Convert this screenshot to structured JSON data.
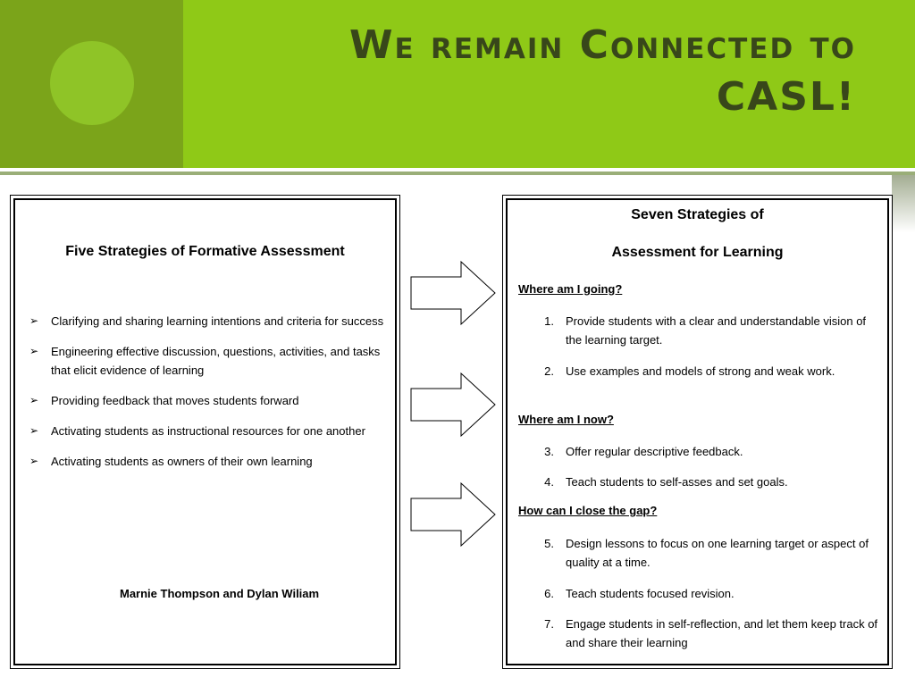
{
  "slide": {
    "title_line1": "We remain Connected to",
    "title_line2": "CASL!"
  },
  "left_doc": {
    "heading": "Five Strategies of Formative Assessment",
    "bullet_glyph": "➢",
    "bullets": [
      "Clarifying and sharing learning intentions and criteria for success",
      "Engineering effective discussion, questions, activities, and tasks that elicit evidence of learning",
      "Providing feedback that moves students forward",
      "Activating students as instructional resources for one another",
      "Activating students as owners of their own learning"
    ],
    "author": "Marnie Thompson and Dylan Wiliam"
  },
  "right_doc": {
    "heading_line1": "Seven Strategies of",
    "heading_line2": "Assessment for Learning",
    "sections": [
      {
        "title": "Where am I going?",
        "items": [
          {
            "num": "1.",
            "text": "Provide students with a clear and understandable vision of the learning target."
          },
          {
            "num": "2.",
            "text": "Use examples and models of strong and weak work."
          }
        ]
      },
      {
        "title": "Where am I now?",
        "items": [
          {
            "num": "3.",
            "text": "Offer regular descriptive feedback."
          },
          {
            "num": "4.",
            "text": "Teach students to self-asses and set goals."
          }
        ]
      },
      {
        "title": "How can I close the gap?",
        "items": [
          {
            "num": "5.",
            "text": "Design lessons to focus on one learning target or aspect of quality at a time."
          },
          {
            "num": "6.",
            "text": "Teach students focused revision."
          },
          {
            "num": "7.",
            "text": "Engage students in self-reflection, and let them keep track of and share their learning"
          }
        ]
      }
    ]
  },
  "colors": {
    "header_green": "#8fc917",
    "header_dark_green": "#7ba41a",
    "title_text": "#38471a"
  }
}
